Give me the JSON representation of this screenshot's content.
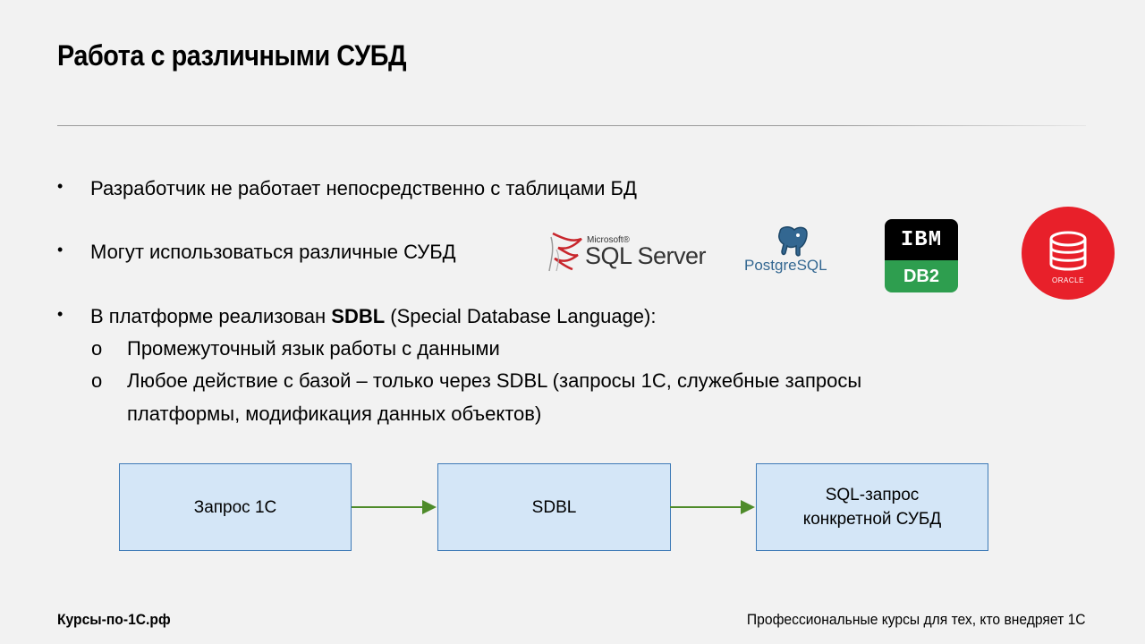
{
  "slide": {
    "title": "Работа с различными СУБД"
  },
  "bullets": [
    "Разработчик не работает непосредственно  с таблицами БД",
    "Могут использоваться различные СУБД",
    {
      "prefix": "В платформе реализован ",
      "bold": "SDBL",
      "suffix": " (Special Database Language):"
    }
  ],
  "bullet_char": "•",
  "sub_char": "o",
  "sub_bullets": [
    "Промежуточный язык работы с данными",
    "Любое действие  с базой – только через SDBL (запросы 1С, служебные запросы",
    "платформы, модификация данных объектов)"
  ],
  "logos": {
    "sqlserver": {
      "small": "Microsoft®",
      "main": "SQL Server"
    },
    "postgres": {
      "label": "PostgreSQL"
    },
    "db2": {
      "top": "IBM",
      "bottom": "DB2",
      "top_color": "#000000",
      "bottom_color": "#2e9e4f"
    },
    "oracle": {
      "label": "ORACLE",
      "color": "#e8202a"
    }
  },
  "flow": {
    "box1": "Запрос 1С",
    "box2": "SDBL",
    "box3_line1": "SQL-запрос",
    "box3_line2": "конкретной  СУБД",
    "box_fill": "#d4e6f7",
    "box_border": "#3e7ab7",
    "arrow_color": "#4e8b2a"
  },
  "footer": {
    "left": "Курсы-по-1С.рф",
    "right": "Профессиональные курсы для тех, кто внедряет 1С"
  }
}
